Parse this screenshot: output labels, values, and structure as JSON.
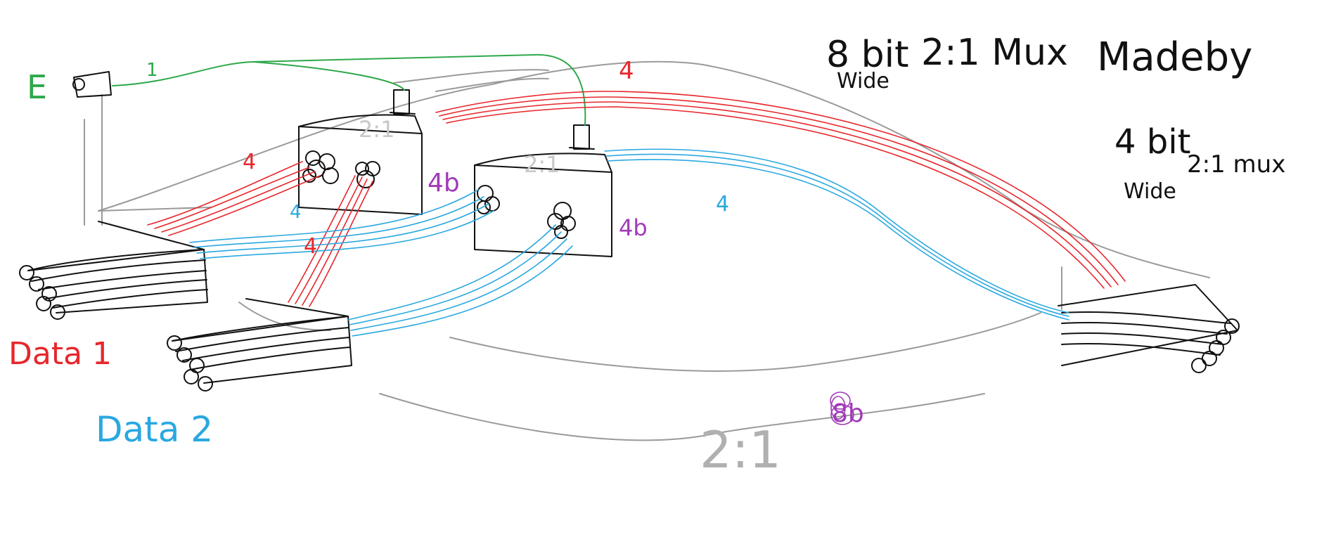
{
  "labels": {
    "title_8bit": "8 bit",
    "title_wide1": "Wide",
    "title_mux": "2:1 Mux",
    "title_madeby": "Madeby",
    "sub_4bit": "4 bit",
    "sub_wide2": "Wide",
    "sub_mux": "2:1 mux",
    "enable": "E",
    "enable_count": "1",
    "data1": "Data 1",
    "data2": "Data 2",
    "mux_a": "2:1",
    "mux_b": "2:1",
    "mux_big": "2:1",
    "bus_out_red": "4",
    "bus_out_blue": "4",
    "bus_red_a": "4",
    "bus_red_b": "4",
    "bus_blue_a": "4",
    "bits_a": "4b",
    "bits_b": "4b",
    "bits_out": "8b"
  },
  "colors": {
    "red": "#e8262b",
    "blue": "#2aa8e0",
    "green": "#2ea84a",
    "purple": "#a03ab8",
    "gray": "#9a9a9a",
    "ink": "#111111"
  }
}
